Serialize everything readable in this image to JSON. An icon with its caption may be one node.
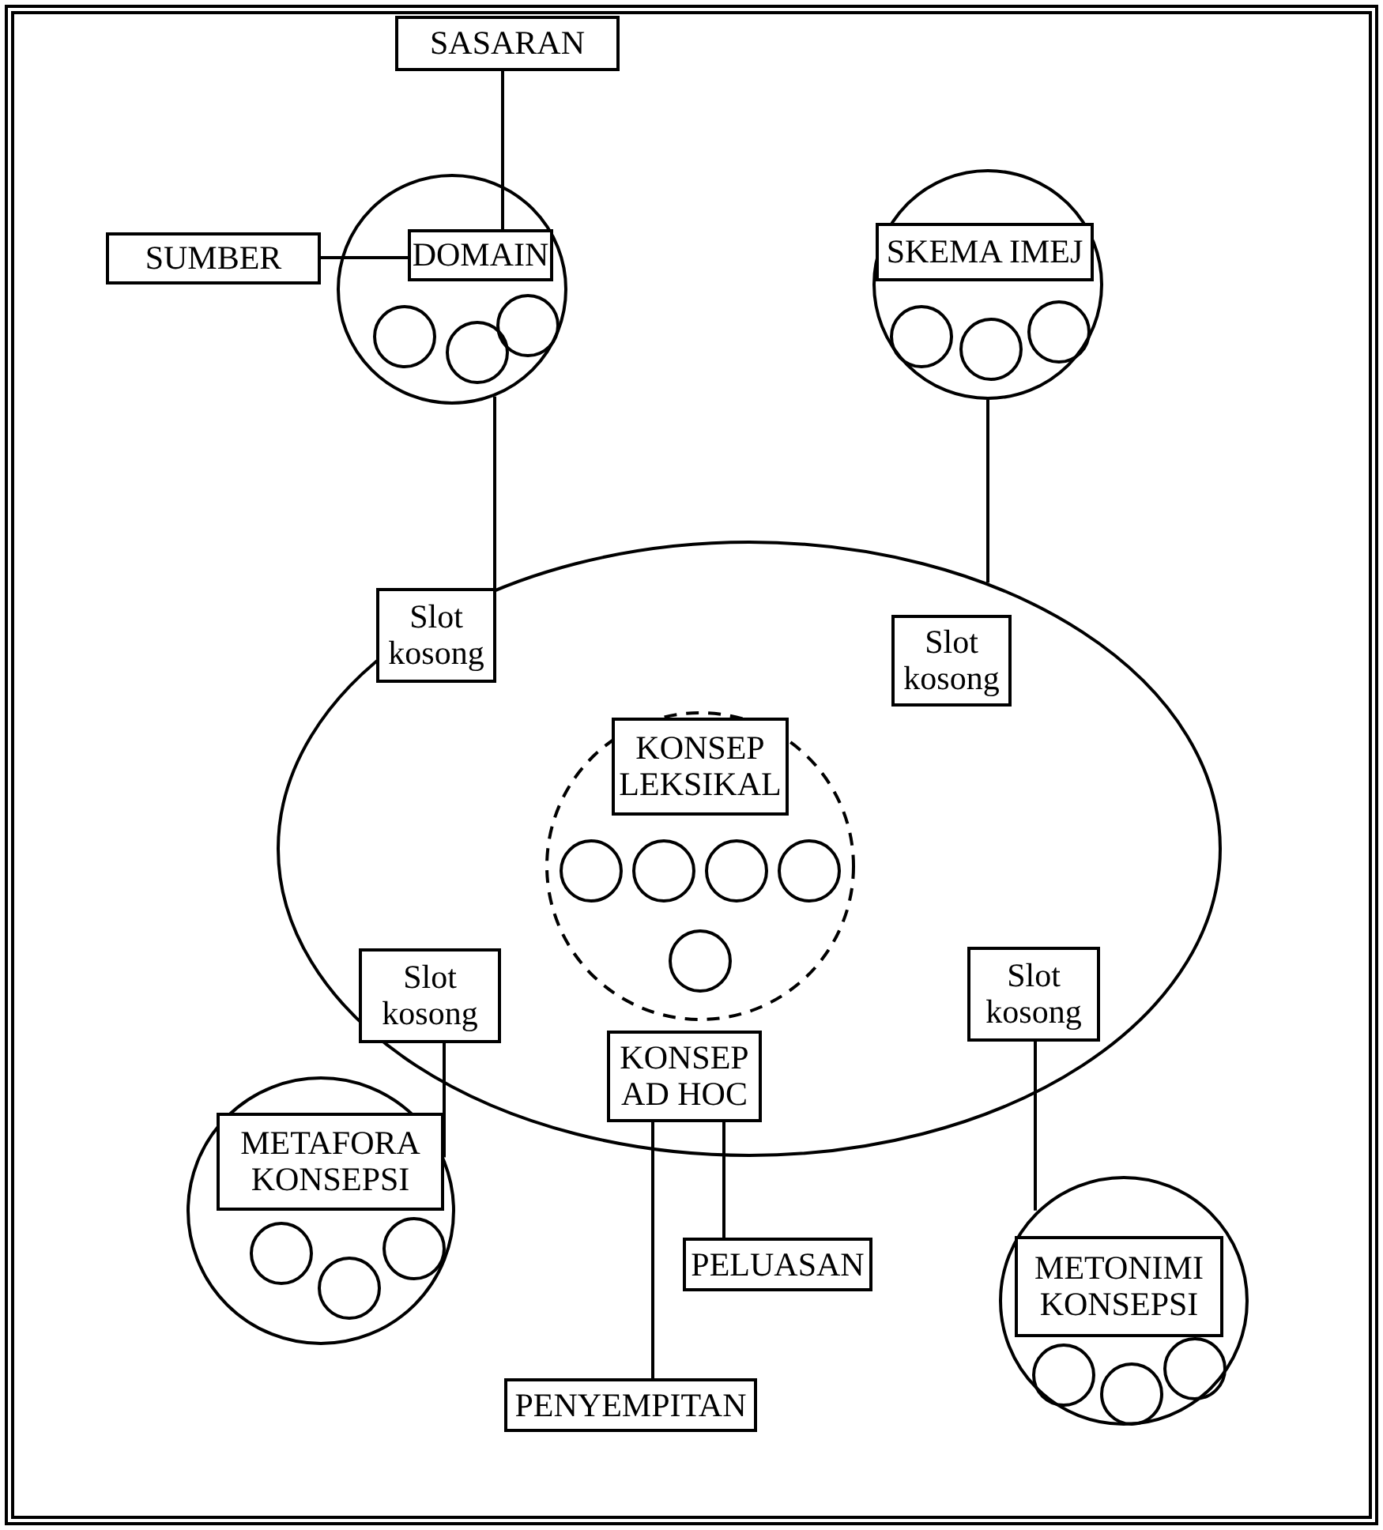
{
  "diagram": {
    "nodes": [
      {
        "text": [
          "SASARAN"
        ]
      },
      {
        "text": [],
        "shape": "circle"
      },
      {
        "text": [
          "SUMBER"
        ]
      },
      {
        "text": [
          "DOMAIN"
        ],
        "in": 1
      },
      {
        "text": [],
        "shape": "circle",
        "in": 1
      },
      {
        "text": [],
        "shape": "circle",
        "in": 1
      },
      {
        "text": [],
        "shape": "circle",
        "in": 1
      },
      {
        "text": [],
        "shape": "circle"
      },
      {
        "text": [
          "SKEMA IMEJ"
        ],
        "in": 7
      },
      {
        "text": [],
        "shape": "circle",
        "in": 7
      },
      {
        "text": [],
        "shape": "circle",
        "in": 7
      },
      {
        "text": [],
        "shape": "circle",
        "in": 7
      },
      {
        "text": [],
        "shape": "ellipse"
      },
      {
        "text": [
          "Slot kosong"
        ],
        "in": 12
      },
      {
        "text": [
          "Slot kosong"
        ],
        "in": 12
      },
      {
        "text": [],
        "shape": "circle",
        "in": 12
      },
      {
        "text": [
          "KONSEP LEKSIKAL"
        ],
        "in": 15
      },
      {
        "text": [],
        "shape": "circle",
        "in": 15
      },
      {
        "text": [],
        "shape": "circle",
        "in": 15
      },
      {
        "text": [],
        "shape": "circle",
        "in": 15
      },
      {
        "text": [],
        "shape": "circle",
        "in": 15
      },
      {
        "text": [],
        "shape": "circle",
        "in": 15
      },
      {
        "text": [
          "Slot kosong"
        ],
        "in": 12
      },
      {
        "text": [
          "Slot kosong"
        ],
        "in": 12
      },
      {
        "text": [
          "KONSEP AD HOC"
        ],
        "in": 12
      },
      {
        "text": [],
        "shape": "circle"
      },
      {
        "text": [
          "METAFORA KONSEPSI"
        ],
        "in": 25
      },
      {
        "text": [],
        "shape": "circle",
        "in": 25
      },
      {
        "text": [],
        "shape": "circle",
        "in": 25
      },
      {
        "text": [],
        "shape": "circle",
        "in": 25
      },
      {
        "text": [
          "PELUASAN"
        ]
      },
      {
        "text": [],
        "shape": "circle"
      },
      {
        "text": [
          "METONIMI KONSEPSI"
        ],
        "in": 31
      },
      {
        "text": [],
        "shape": "circle",
        "in": 31
      },
      {
        "text": [],
        "shape": "circle",
        "in": 31
      },
      {
        "text": [],
        "shape": "circle",
        "in": 31
      },
      {
        "text": [
          "PENYEMPITAN"
        ]
      }
    ],
    "edges": [
      {
        "from": 0,
        "to": 3,
        "arrow": "none"
      },
      {
        "from": 2,
        "to": 3,
        "arrow": "none"
      },
      {
        "from": 1,
        "to": 12,
        "arrow": "none"
      },
      {
        "from": 7,
        "to": 12,
        "arrow": "none"
      },
      {
        "from": 22,
        "to": 25,
        "arrow": "none"
      },
      {
        "from": 23,
        "to": 31,
        "arrow": "none"
      },
      {
        "from": 24,
        "to": 30,
        "arrow": "none"
      },
      {
        "from": 24,
        "to": 36,
        "arrow": "none"
      }
    ]
  }
}
